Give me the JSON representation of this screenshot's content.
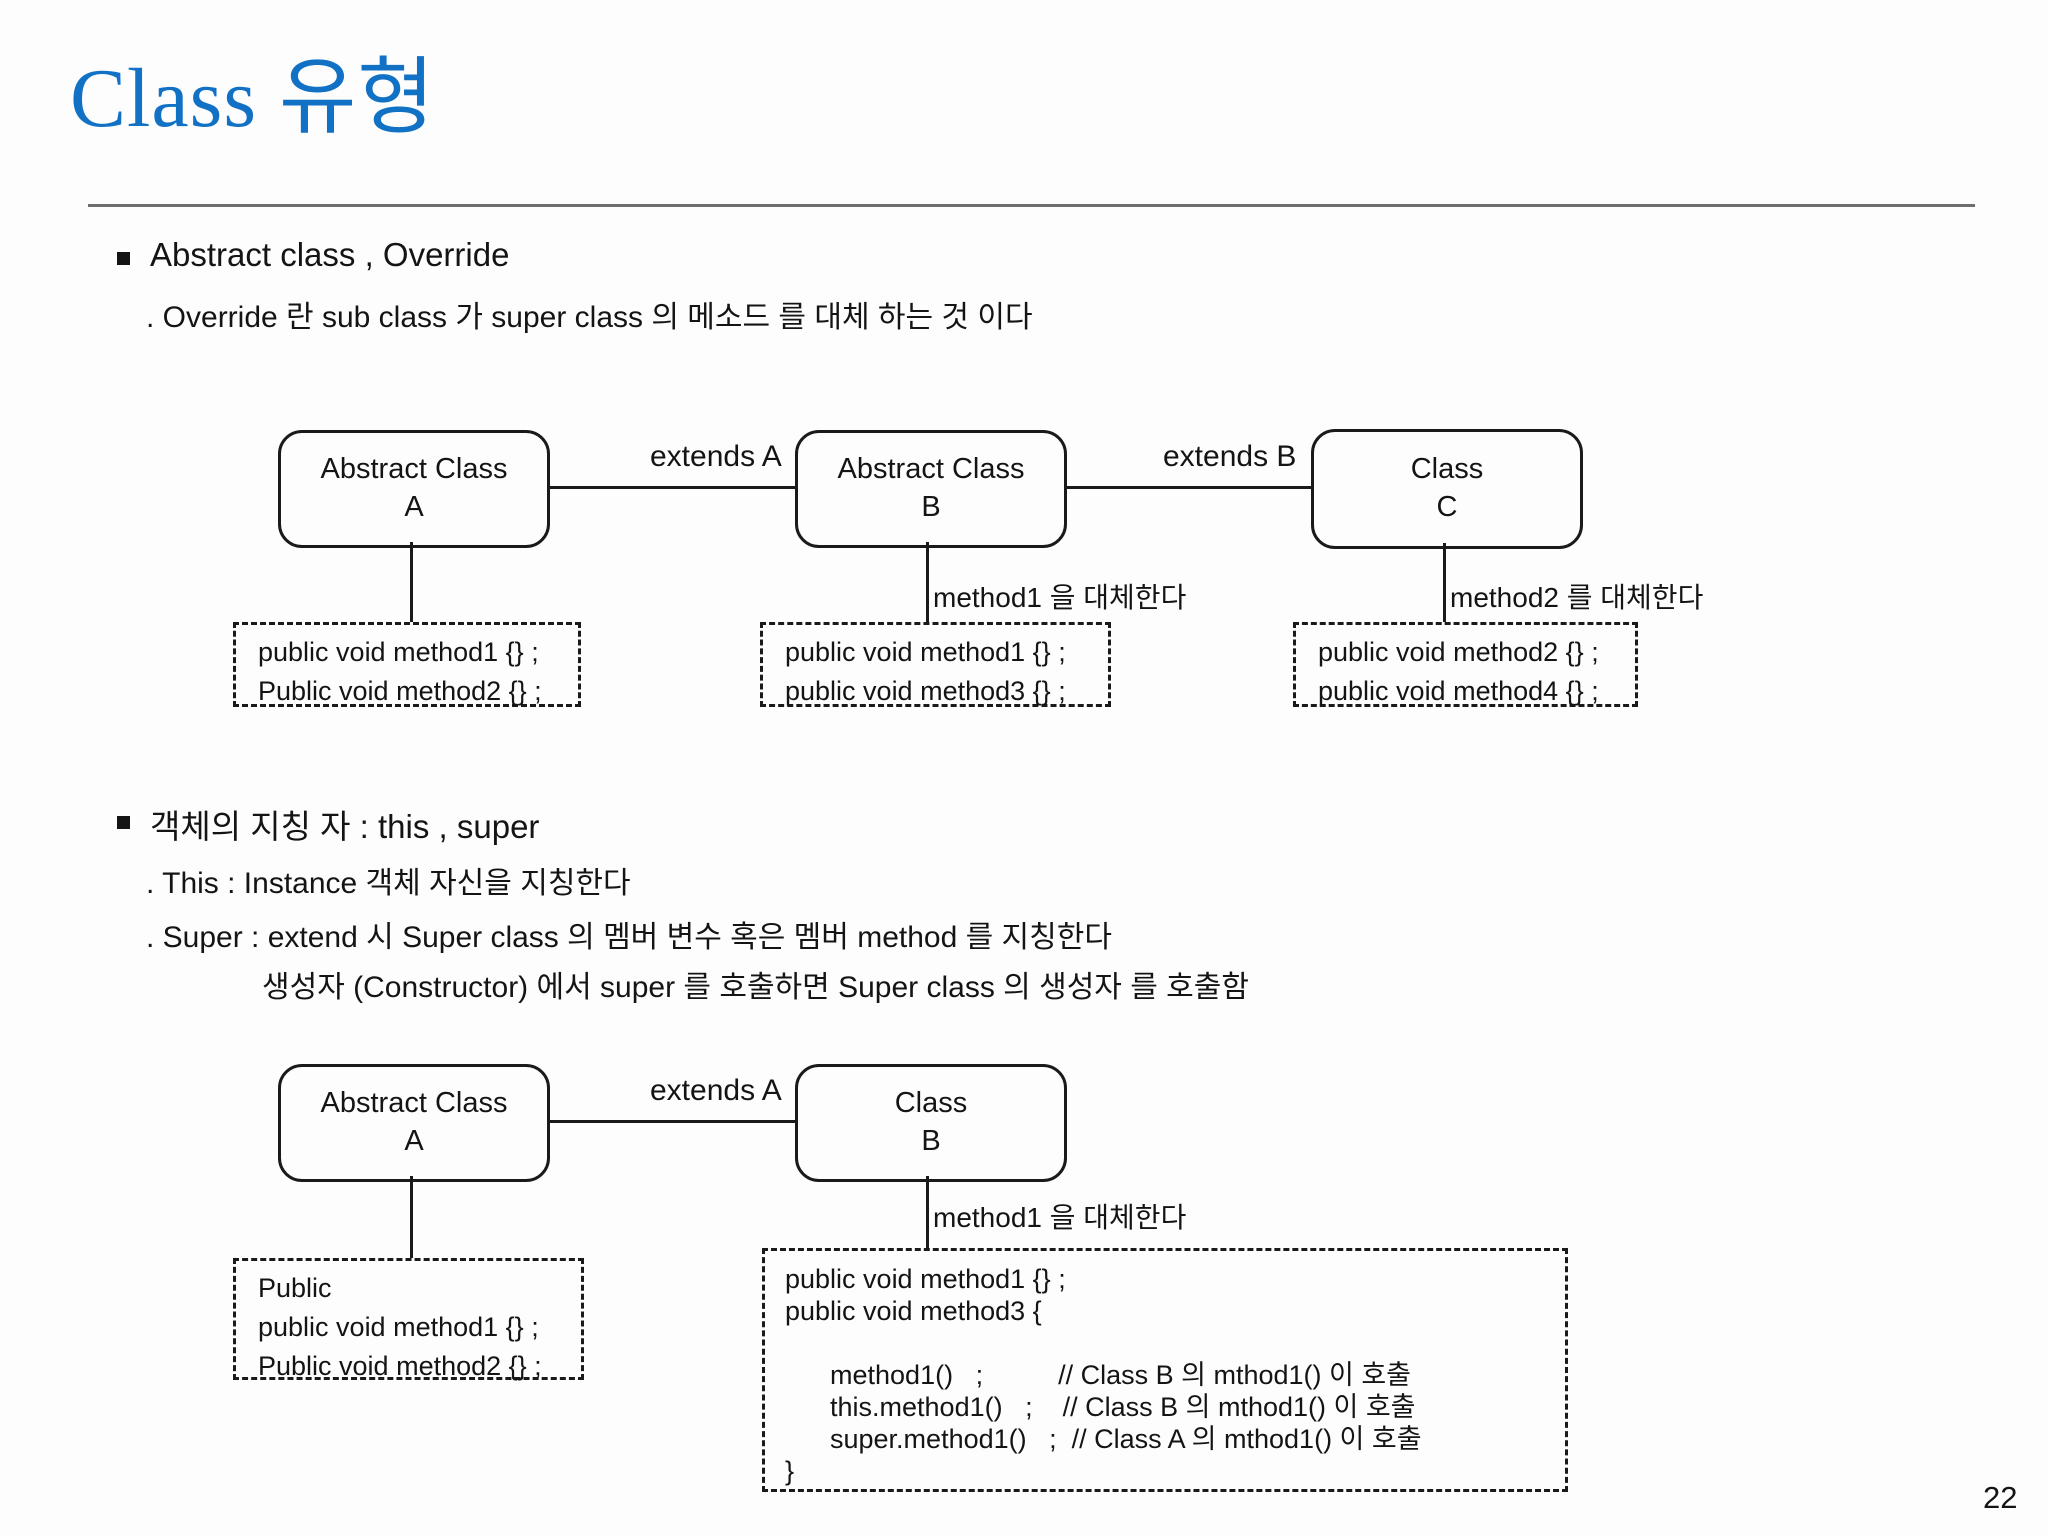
{
  "title": "Class 유형",
  "page": {
    "number": "22"
  },
  "colors": {
    "title_blue": "#1171C5",
    "text": "#141414"
  },
  "section1": {
    "heading": "Abstract class  , Override",
    "sub": ". Override 란 sub class 가 super class 의 메소드 를 대체 하는 것 이다",
    "diagram": {
      "box_a": {
        "line1": "Abstract Class",
        "line2": "A"
      },
      "box_b": {
        "line1": "Abstract Class",
        "line2": "B"
      },
      "box_c": {
        "line1": "Class",
        "line2": "C"
      },
      "extends_a": "extends A",
      "extends_b": "extends B",
      "label_b": "method1 을 대체한다",
      "label_c": "method2 를 대체한다",
      "code_a": [
        "public void method1 {} ;",
        "Public void method2 {} ;"
      ],
      "code_b": [
        "public void method1 {} ;",
        "public void method3 {} ;"
      ],
      "code_c": [
        "public void method2 {} ;",
        "public void method4 {} ;"
      ]
    }
  },
  "section2": {
    "heading": "객체의 지칭 자 : this , super",
    "sub1": ". This : Instance 객체 자신을 지칭한다",
    "sub2": ". Super : extend 시 Super class 의 멤버 변수 혹은 멤버 method 를 지칭한다",
    "sub3": "생성자 (Constructor) 에서 super 를 호출하면 Super class 의 생성자 를 호출함",
    "diagram": {
      "box_a": {
        "line1": "Abstract Class",
        "line2": "A"
      },
      "box_b": {
        "line1": "Class",
        "line2": "B"
      },
      "extends_a": "extends A",
      "label_b": "method1 을 대체한다",
      "code_a": [
        "Public",
        "public void method1 {} ;",
        "Public void method2 {} ;"
      ],
      "code_b": [
        "public void method1 {} ;",
        "public void method3 {",
        "",
        "      method1()   ;          // Class B 의 mthod1() 이 호출",
        "      this.method1()   ;    // Class B 의 mthod1() 이 호출",
        "      super.method1()   ;  // Class A 의 mthod1() 이 호출",
        "}"
      ]
    }
  }
}
